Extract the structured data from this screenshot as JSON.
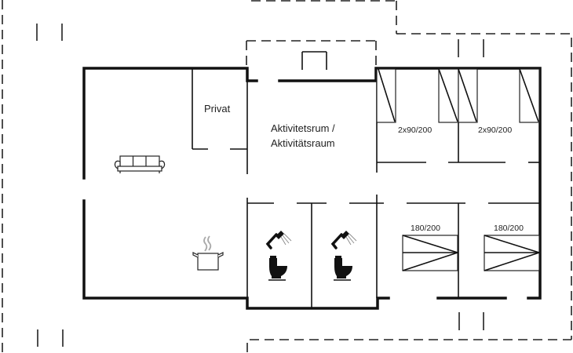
{
  "floor_plan": {
    "rooms": [
      {
        "id": "privat",
        "label": "Privat"
      },
      {
        "id": "activity",
        "label_line1": "Aktivitetsrum /",
        "label_line2": "Aktivitätsraum"
      },
      {
        "id": "bedroom-1",
        "bed_label": "2x90/200"
      },
      {
        "id": "bedroom-2",
        "bed_label": "2x90/200"
      },
      {
        "id": "bedroom-3",
        "bed_label": "180/200"
      },
      {
        "id": "bedroom-4",
        "bed_label": "180/200"
      }
    ],
    "icons": {
      "sofa": "sofa-icon",
      "kitchen": "cooking-pot-icon",
      "bathroom": [
        "shower-icon",
        "toilet-icon"
      ]
    },
    "colors": {
      "wall": "#111111",
      "background": "#ffffff"
    }
  }
}
